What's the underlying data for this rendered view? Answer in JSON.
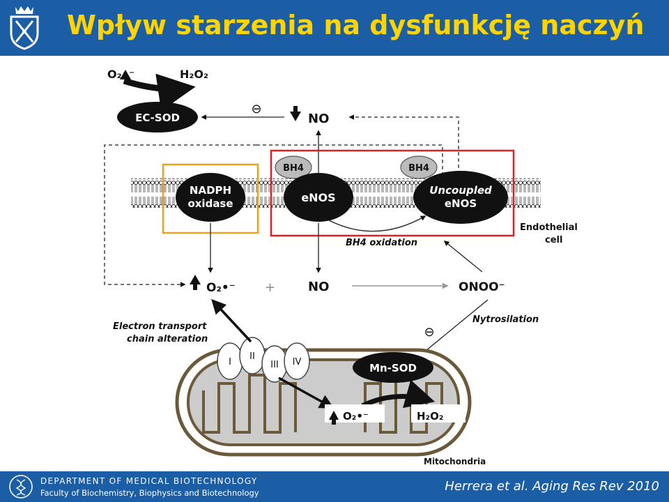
{
  "header": {
    "title": "Wpływ starzenia na dysfunkcję naczyń"
  },
  "diagram": {
    "superoxide_top": "O₂•⁻",
    "h2o2_top": "H₂O₂",
    "ec_sod": "EC-SOD",
    "inhibit_symbol": "⊖",
    "no_top": "NO",
    "bh4_left": "BH4",
    "bh4_right": "BH4",
    "nadph_line1": "NADPH",
    "nadph_line2": "oxidase",
    "enos": "eNOS",
    "uncoupled_line1": "Uncoupled",
    "uncoupled_line2": "eNOS",
    "endothelial_line1": "Endothelial",
    "endothelial_line2": "cell",
    "bh4_oxidation": "BH4 oxidation",
    "superoxide_mid": "O₂•⁻",
    "plus": "+",
    "no_mid": "NO",
    "onoo": "ONOO⁻",
    "electron_line1": "Electron transport",
    "electron_line2": "chain alteration",
    "nytrosilation": "Nytrosilation",
    "complex_1": "I",
    "complex_2": "II",
    "complex_3": "III",
    "complex_4": "IV",
    "mn_sod": "Mn-SOD",
    "superoxide_mito": "O₂•⁻",
    "h2o2_mito": "H₂O₂",
    "mitochondria": "Mitochondria"
  },
  "footer": {
    "department": "DEPARTMENT OF MEDICAL BIOTECHNOLOGY",
    "faculty": "Faculty of Biochemistry, Biophysics and Biotechnology",
    "citation": "Herrera et al. Aging Res Rev 2010"
  },
  "colors": {
    "header_bg": "#1b5ea6",
    "title": "#ffd400",
    "highlight_orange": "#f0a020",
    "highlight_red": "#e02020"
  }
}
